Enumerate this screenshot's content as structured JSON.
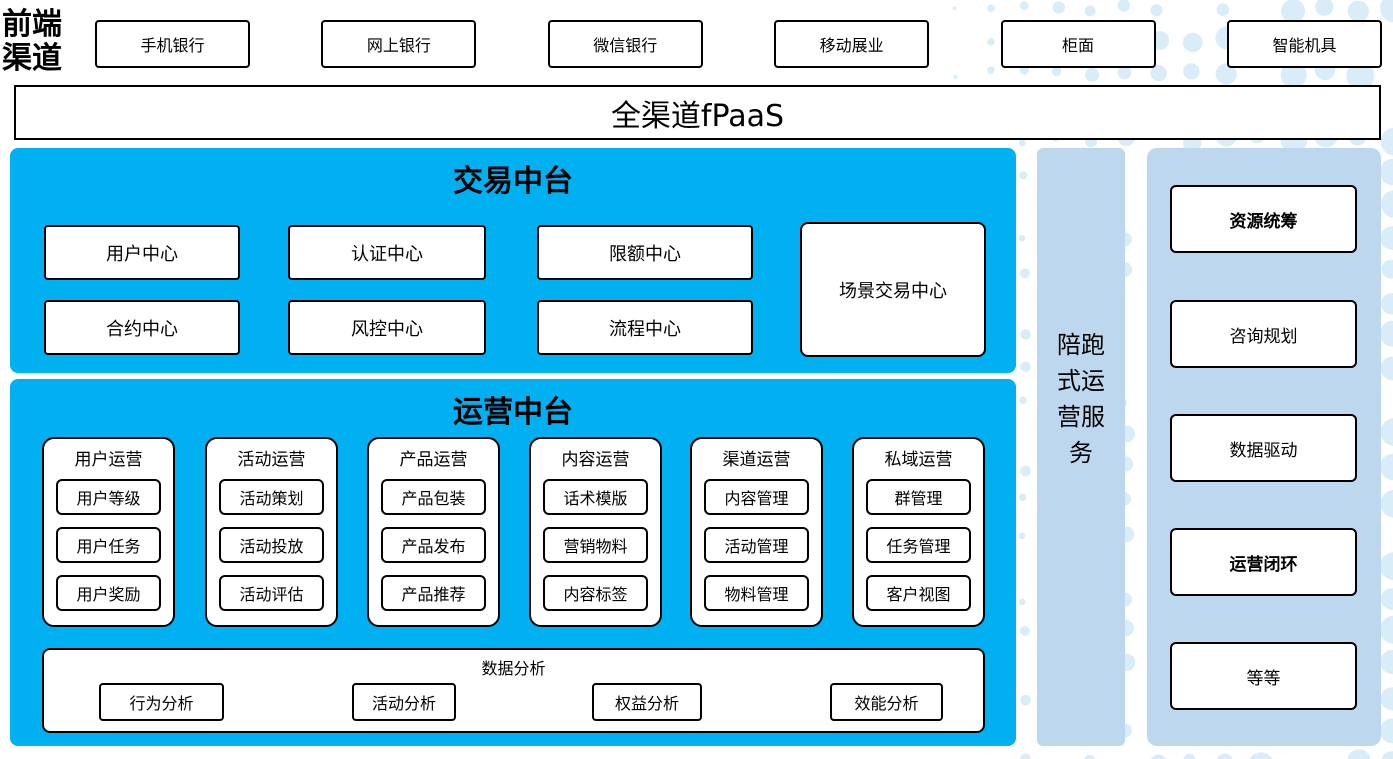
{
  "frontend": {
    "label": "前端渠道",
    "channels": [
      "手机银行",
      "网上银行",
      "微信银行",
      "移动展业",
      "柜面",
      "智能机具"
    ]
  },
  "fpaas": {
    "label": "全渠道fPaaS"
  },
  "trade": {
    "title": "交易中台",
    "centers": [
      "用户中心",
      "认证中心",
      "限额中心",
      "合约中心",
      "风控中心",
      "流程中心"
    ],
    "scene_center": "场景交易中心"
  },
  "ops": {
    "title": "运营中台",
    "columns": [
      {
        "title": "用户运营",
        "items": [
          "用户等级",
          "用户任务",
          "用户奖励"
        ]
      },
      {
        "title": "活动运营",
        "items": [
          "活动策划",
          "活动投放",
          "活动评估"
        ]
      },
      {
        "title": "产品运营",
        "items": [
          "产品包装",
          "产品发布",
          "产品推荐"
        ]
      },
      {
        "title": "内容运营",
        "items": [
          "话术模版",
          "营销物料",
          "内容标签"
        ]
      },
      {
        "title": "渠道运营",
        "items": [
          "内容管理",
          "活动管理",
          "物料管理"
        ]
      },
      {
        "title": "私域运营",
        "items": [
          "群管理",
          "任务管理",
          "客户视图"
        ]
      }
    ],
    "analytics": {
      "title": "数据分析",
      "items": [
        "行为分析",
        "活动分析",
        "权益分析",
        "效能分析"
      ]
    }
  },
  "side_service": {
    "label": "陪跑式运营服务"
  },
  "right_panel": {
    "items": [
      {
        "label": "资源统筹",
        "bold": true
      },
      {
        "label": "咨询规划",
        "bold": false
      },
      {
        "label": "数据驱动",
        "bold": false
      },
      {
        "label": "运营闭环",
        "bold": true
      },
      {
        "label": "等等",
        "bold": false
      }
    ]
  },
  "colors": {
    "platform_blue": "#00B0F0",
    "panel_light_blue": "#BDD7EE",
    "dot_pattern": "#D9EDF9",
    "box_border": "#000000",
    "box_fill": "#FFFFFF"
  }
}
